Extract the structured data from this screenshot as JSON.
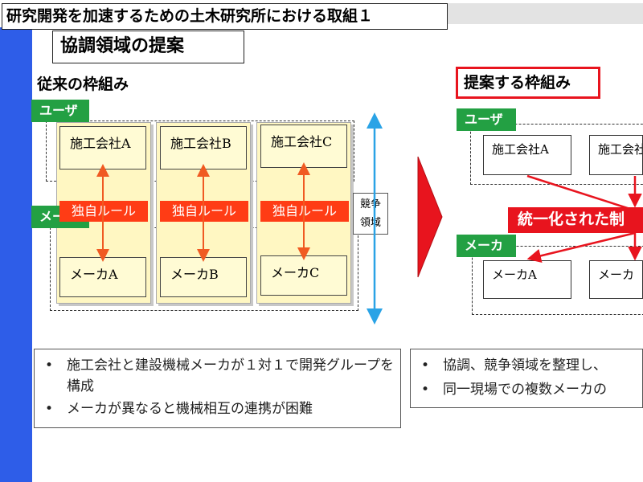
{
  "header": {
    "title": "研究開発を加速するための土木研究所における取組１",
    "subtitle": "協調領域の提案"
  },
  "current": {
    "heading": "従来の枠組み",
    "user_label": "ユーザ",
    "maker_label": "メーカ",
    "columns": [
      {
        "company": "施工会社A",
        "rule": "独自ルール",
        "maker": "メーカA"
      },
      {
        "company": "施工会社B",
        "rule": "独自ルール",
        "maker": "メーカB"
      },
      {
        "company": "施工会社C",
        "rule": "独自ルール",
        "maker": "メーカC"
      }
    ],
    "competition_label_1": "競争",
    "competition_label_2": "領域"
  },
  "proposed": {
    "heading": "提案する枠組み",
    "user_label": "ユーザ",
    "maker_label": "メーカ",
    "companies": [
      "施工会社A",
      "施工会社"
    ],
    "makers": [
      "メーカA",
      "メーカ"
    ],
    "unified_label": "統一化された制"
  },
  "bullets_left": [
    "施工会社と建設機械メーカが１対１で開発グループを構成",
    "メーカが異なると機械相互の連携が困難"
  ],
  "bullets_right": [
    "協調、競争領域を整理し、",
    "同一現場での複数メーカの"
  ],
  "colors": {
    "accent_blue": "#2e5de8",
    "user_green": "#23a043",
    "rule_red": "#ff3c15",
    "unified_red": "#e8141e",
    "column_yellow": "#fff7c2",
    "arrow_blue": "#2aa3e6"
  }
}
